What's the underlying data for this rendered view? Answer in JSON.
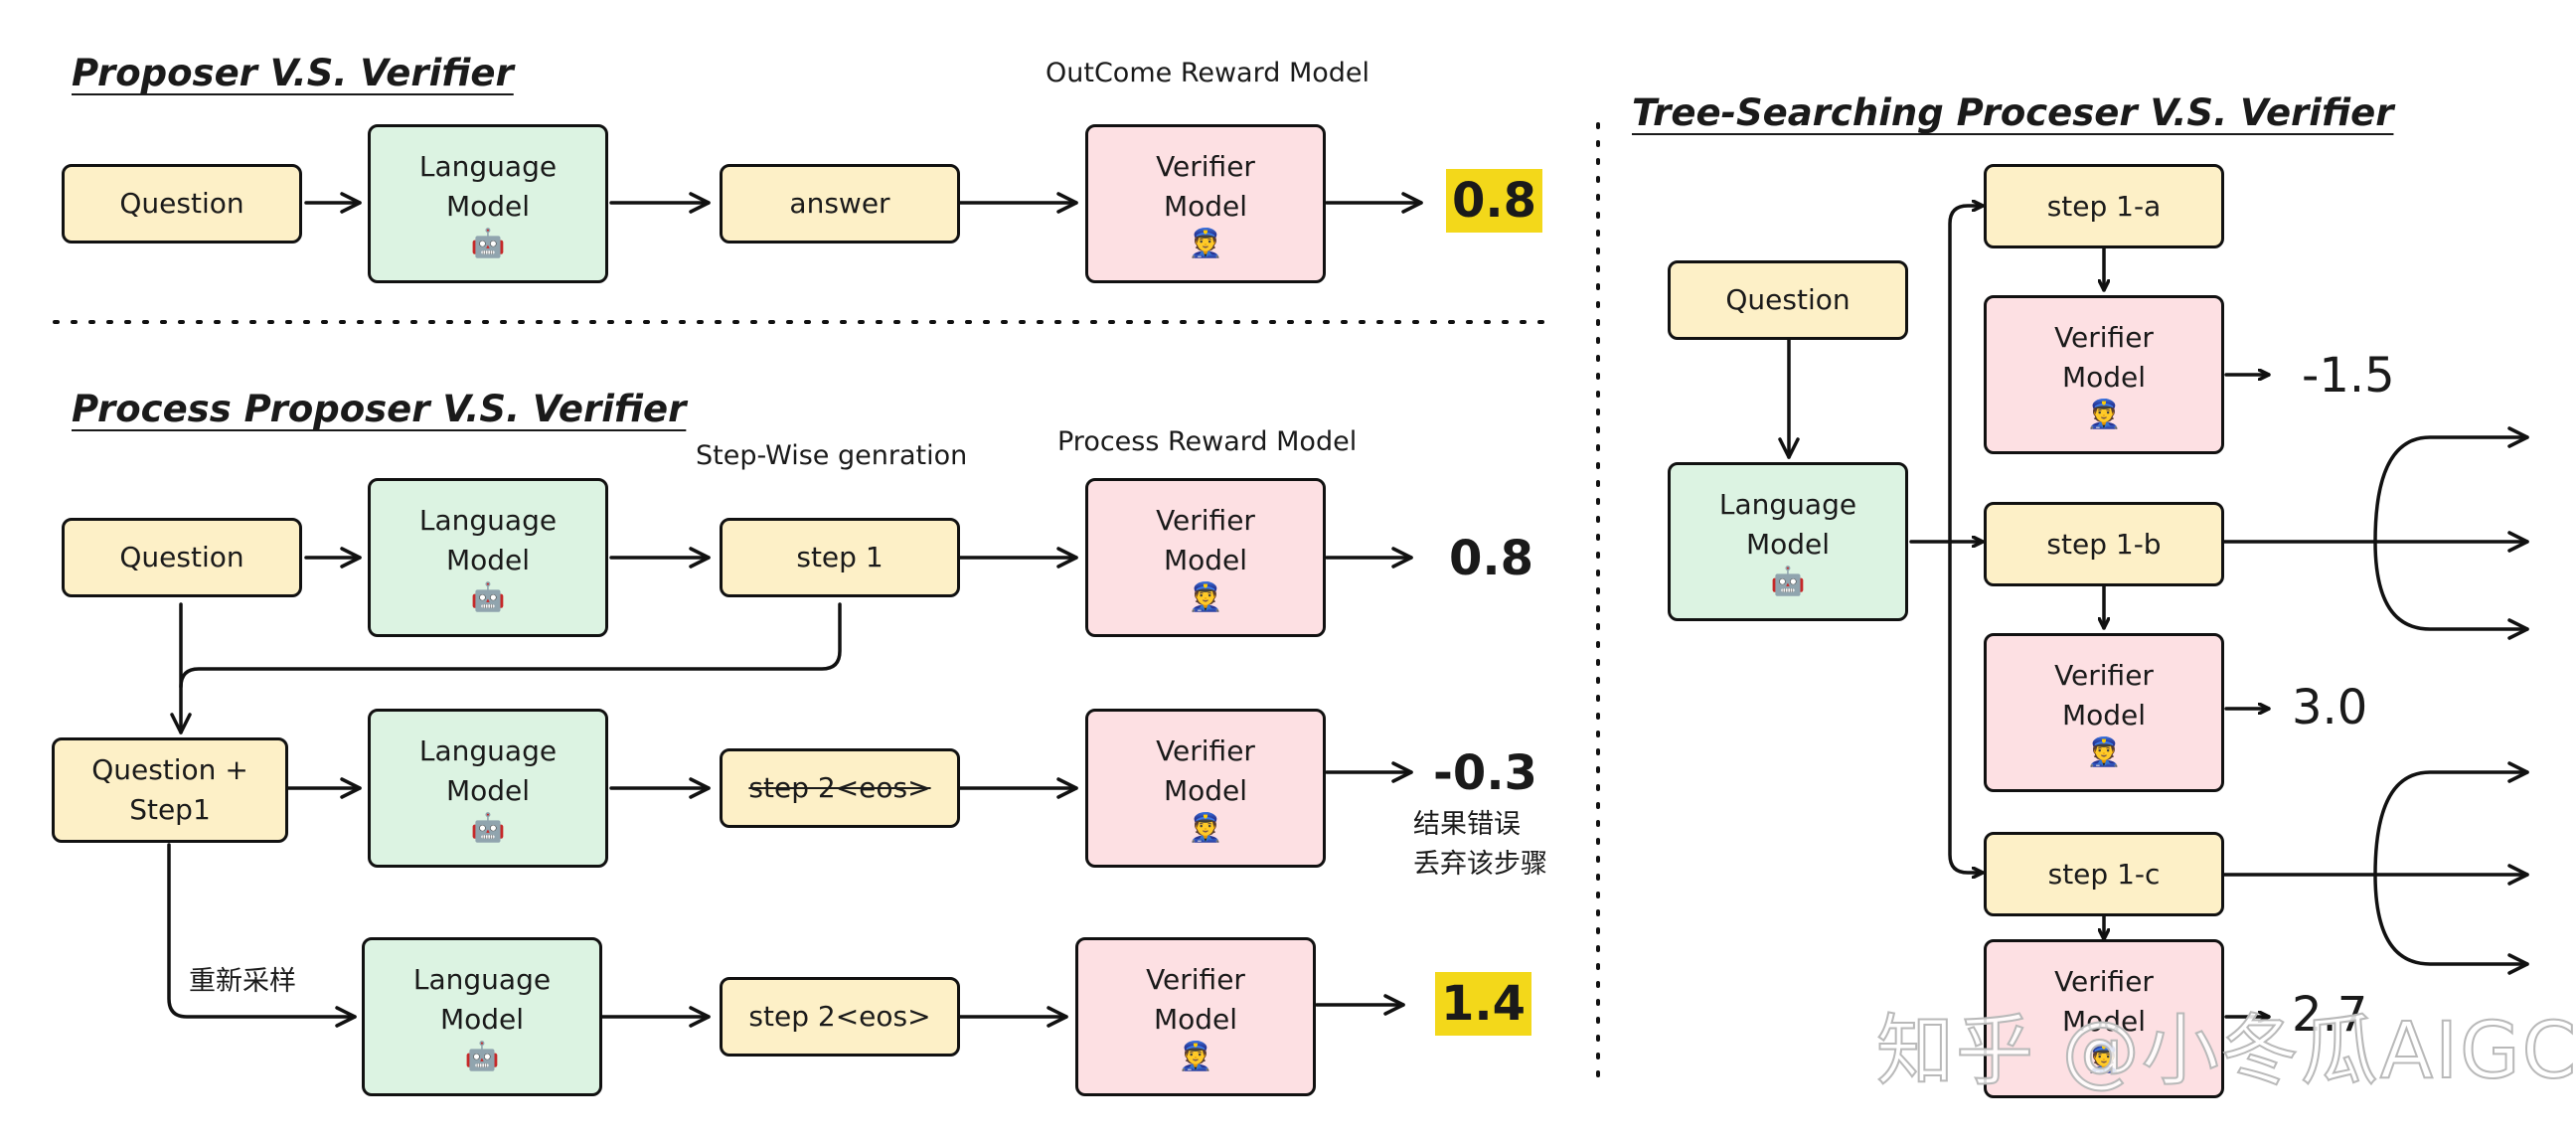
{
  "sections": {
    "outcome_title": "Proposer V.S. Verifier",
    "process_title": "Process Proposer V.S. Verifier",
    "tree_title": "Tree-Searching Proceser V.S. Verifier"
  },
  "labels": {
    "question": "Question",
    "language_model": "Language\nModel",
    "verifier_model": "Verifier\nModel",
    "answer": "answer",
    "step1": "step 1",
    "question_step1": "Question +\nStep1",
    "step2_eos": "step 2<eos>",
    "step1a": "step 1-a",
    "step1b": "step 1-b",
    "step1c": "step 1-c"
  },
  "captions": {
    "outcome_reward_model": "OutCome Reward Model",
    "step_wise_generation": "Step-Wise genration",
    "process_reward_model": "Process Reward Model",
    "resample": "重新采样"
  },
  "notes": {
    "wrong_result": "结果错误\n丢弃该步骤"
  },
  "scores": {
    "outcome": "0.8",
    "process_step1": "0.8",
    "process_step2_bad": "-0.3",
    "process_step2_resampled": "1.4",
    "tree_1a": "-1.5",
    "tree_1b": "3.0",
    "tree_1c": "2.7"
  },
  "icons": {
    "robot": "🤖",
    "police": "👮"
  },
  "watermark": "知乎 @小冬瓜AIGC",
  "colors": {
    "question_fill": "#fdf0c7",
    "language_model_fill": "#dcf3e2",
    "verifier_fill": "#fde0e3",
    "highlight": "#f3d81a",
    "border": "#111111"
  }
}
